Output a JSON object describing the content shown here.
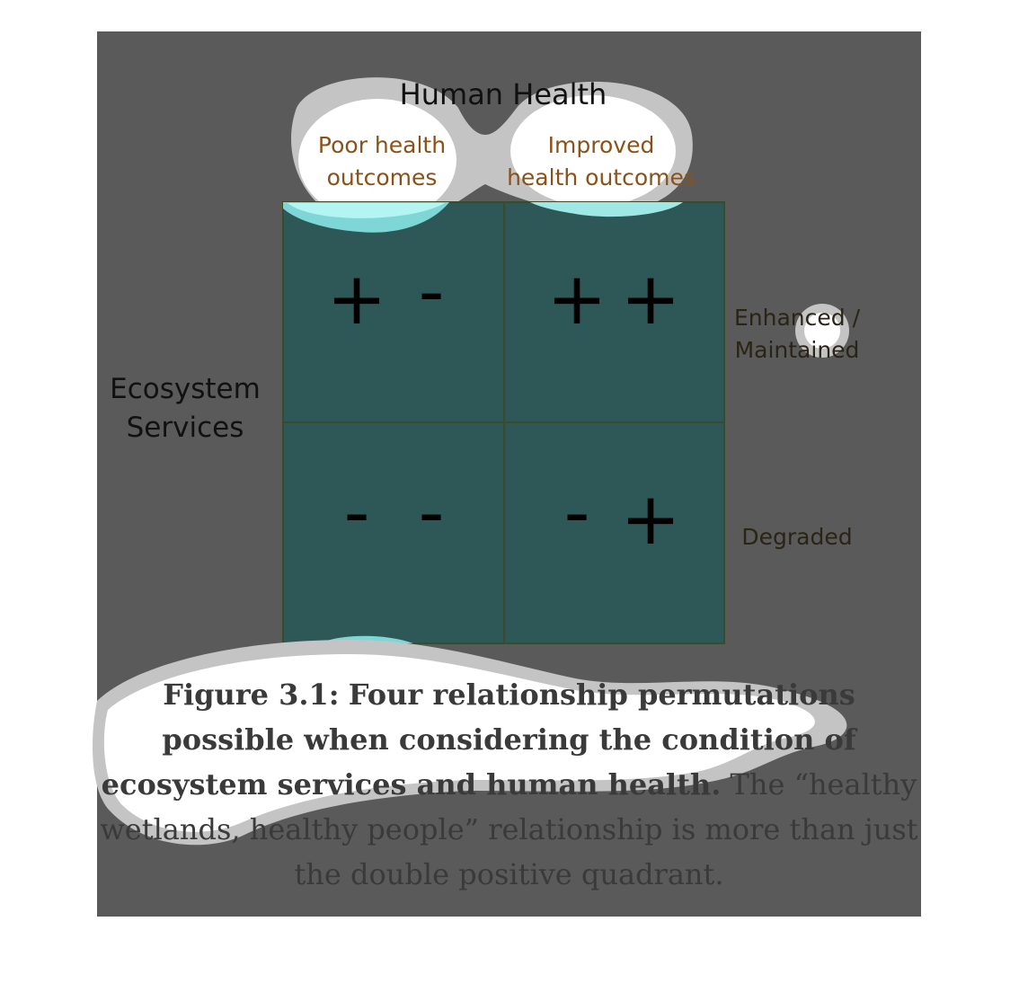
{
  "diagram": {
    "title": "Human Health",
    "column_labels": [
      "Poor health outcomes",
      "Improved health outcomes"
    ],
    "column_label_lines": [
      [
        "Poor health",
        "outcomes"
      ],
      [
        "Improved",
        "health outcomes"
      ]
    ],
    "row_axis_label_lines": [
      "Ecosystem",
      "Services"
    ],
    "row_labels": [
      "Enhanced / Maintained",
      "Degraded"
    ],
    "row_label_lines": [
      [
        "Enhanced /",
        "Maintained"
      ],
      [
        "Degraded"
      ]
    ],
    "quadrants": [
      {
        "ecosystem": "+",
        "health": "-"
      },
      {
        "ecosystem": "+",
        "health": "+"
      },
      {
        "ecosystem": "-",
        "health": "-"
      },
      {
        "ecosystem": "-",
        "health": "+"
      }
    ],
    "colors": {
      "background": "#5a5a5a",
      "grid_fill": "#2e5757",
      "grid_line": "#3a4a2a",
      "column_label": "#8a5218",
      "row_label": "#2a2416",
      "glare": "#ffffff"
    }
  },
  "caption": {
    "figure_label": "Figure 3.1:",
    "bold_text": "Four relationship permutations possible when considering the condition of ecosystem services and human health.",
    "regular_text": "The “healthy wetlands, healthy people” relationship is more than just the double positive quadrant."
  }
}
